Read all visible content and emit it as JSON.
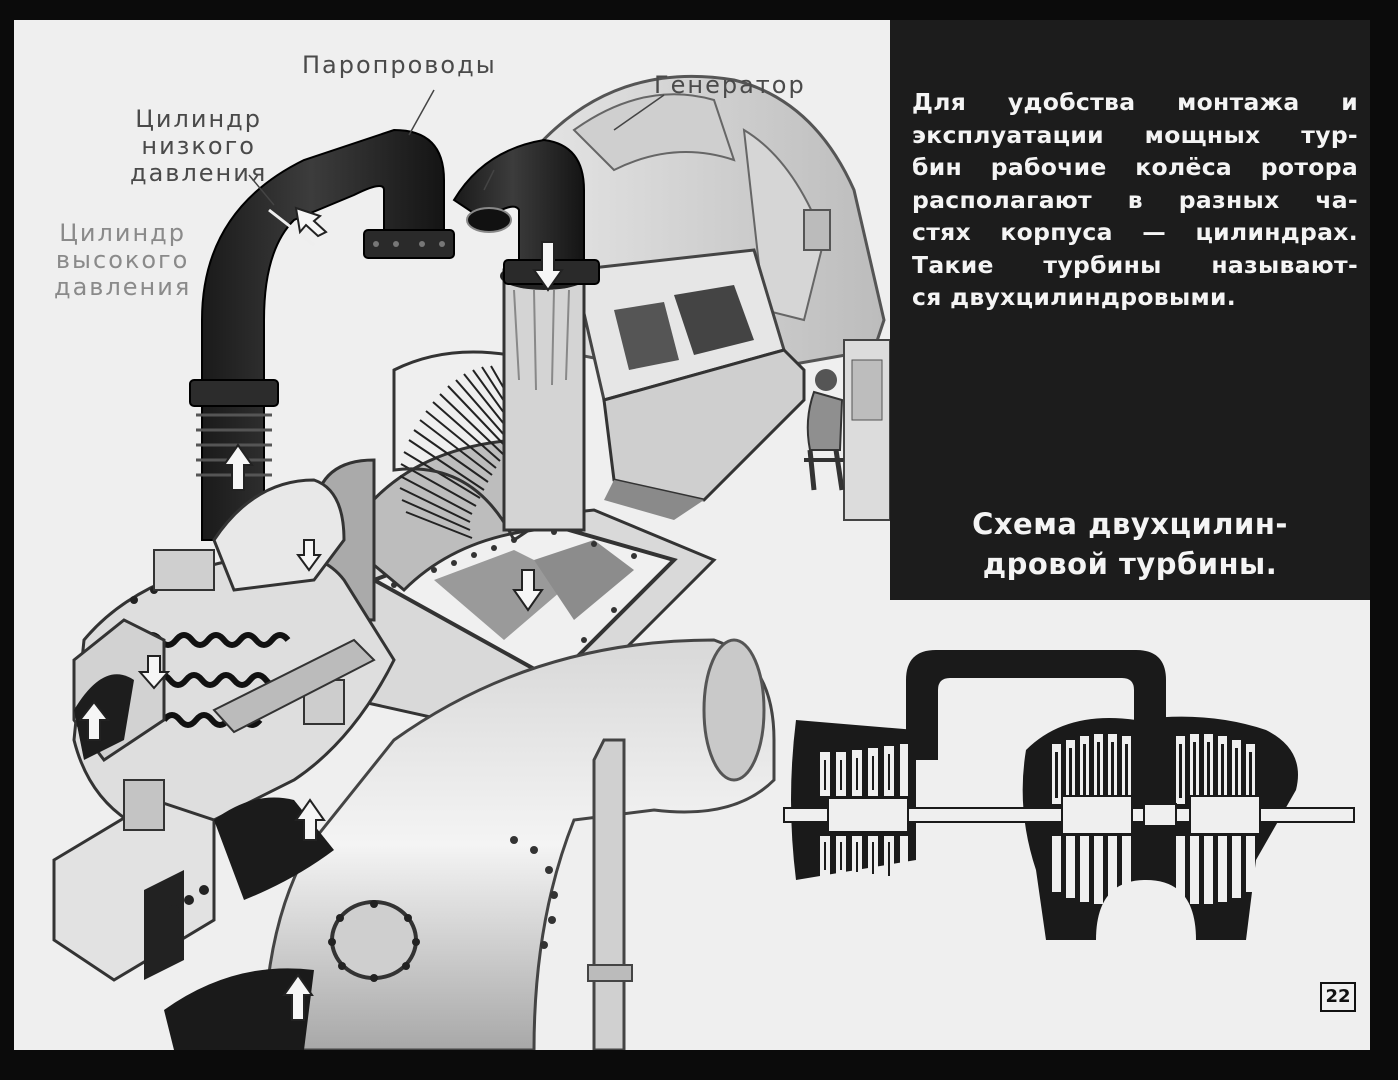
{
  "labels": {
    "steam_pipes": "Паропроводы",
    "generator": "Генератор",
    "lp_cylinder": [
      "Цилиндр",
      "низкого",
      "давления"
    ],
    "hp_cylinder": [
      "Цилиндр",
      "высокого",
      "давления"
    ]
  },
  "panel": {
    "paragraph_lines": [
      "Для удобства монтажа и",
      "эксплуатации мощных тур-",
      "бин рабочие колёса ротора",
      "располагают в разных ча-",
      "стях корпуса — цилиндрах.",
      "Такие турбины называют-",
      "ся двухцилиндровыми."
    ],
    "caption_lines": [
      "Схема двухцилин-",
      "дровой турбины."
    ]
  },
  "page_number": "22",
  "colors": {
    "page": "#efefef",
    "panel": "#1c1c1c",
    "ink": "#1a1a1a",
    "frame": "#0b0b0b"
  }
}
